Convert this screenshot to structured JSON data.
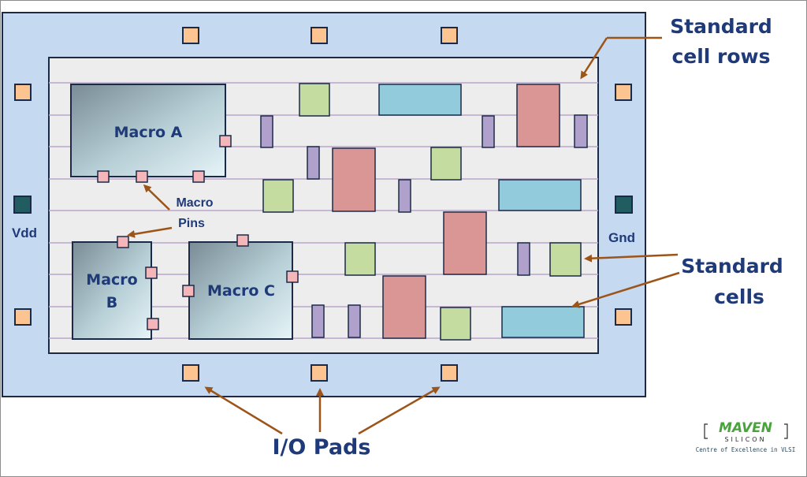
{
  "diagram": {
    "macros": [
      {
        "id": "a",
        "label_lines": [
          "Macro A"
        ]
      },
      {
        "id": "b",
        "label_lines": [
          "Macro",
          "B"
        ]
      },
      {
        "id": "c",
        "label_lines": [
          "Macro C"
        ]
      }
    ],
    "labels": {
      "standard_cell_rows": [
        "Standard",
        "cell rows"
      ],
      "standard_cells": [
        "Standard",
        "cells"
      ],
      "macro_pins": [
        "Macro",
        "Pins"
      ],
      "io_pads": "I/O Pads",
      "vdd": "Vdd",
      "gnd": "Gnd"
    },
    "colors": {
      "die_fill": "#c5d9f1",
      "core_fill": "#ededed",
      "io_pad": "#fbc490",
      "pin": "#f4b6b8",
      "power_pad": "#215c60",
      "cell_green": "#c4dca0",
      "cell_blue": "#92cbdc",
      "cell_red": "#da9694",
      "cell_purple": "#b0a0cc",
      "arrow": "#9c5418",
      "text": "#1f3a78",
      "row_line": "#b9a5c9"
    },
    "logo": {
      "name": "MAVEN",
      "sub": "SILICON",
      "tagline": "Centre of Excellence in VLSI"
    }
  }
}
